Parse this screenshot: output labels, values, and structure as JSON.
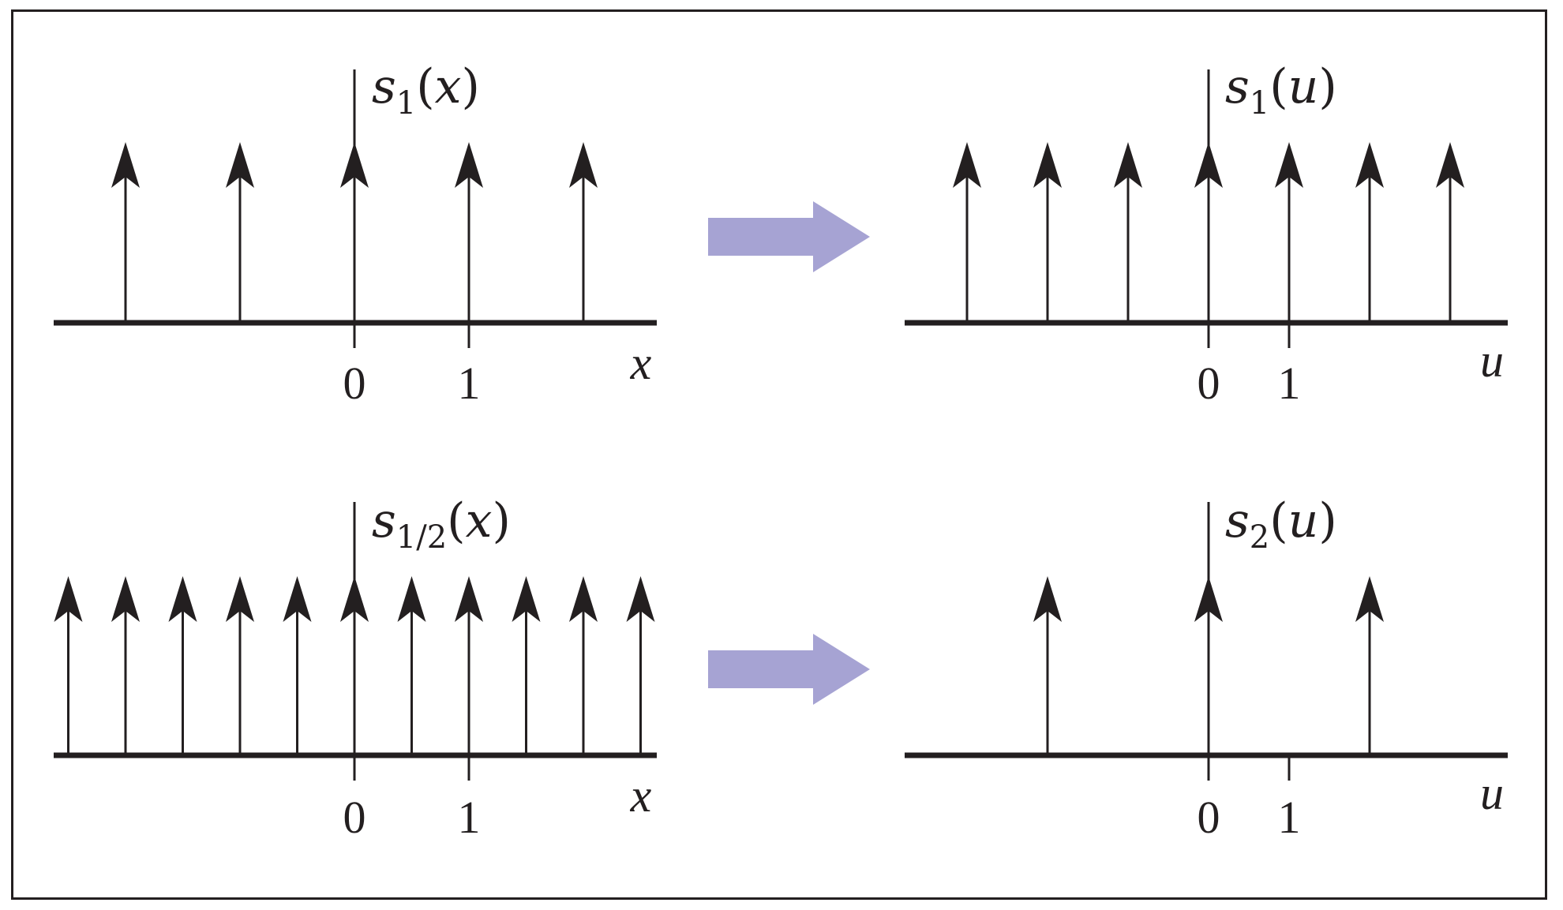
{
  "colors": {
    "ink": "#231f20",
    "arrow": "#a6a3d3"
  },
  "panels": [
    {
      "id": "top-left",
      "function": {
        "letter": "s",
        "subscript": "1",
        "argument": "x"
      },
      "axis_variable": "x",
      "tick_labels": [
        "0",
        "1"
      ],
      "spike_positions": [
        -2,
        -1,
        0,
        1,
        2
      ],
      "tick_positions": [
        0,
        1
      ]
    },
    {
      "id": "top-right",
      "function": {
        "letter": "s",
        "subscript": "1",
        "argument": "u"
      },
      "axis_variable": "u",
      "tick_labels": [
        "0",
        "1"
      ],
      "spike_positions": [
        -3,
        -2,
        -1,
        0,
        1,
        2,
        3
      ],
      "tick_positions": [
        0,
        1
      ]
    },
    {
      "id": "bottom-left",
      "function": {
        "letter": "s",
        "subscript": "1/2",
        "argument": "x"
      },
      "axis_variable": "x",
      "tick_labels": [
        "0",
        "1"
      ],
      "spike_positions": [
        -2.5,
        -2,
        -1.5,
        -1,
        -0.5,
        0,
        0.5,
        1,
        1.5,
        2,
        2.5
      ],
      "tick_positions": [
        0,
        1
      ]
    },
    {
      "id": "bottom-right",
      "function": {
        "letter": "s",
        "subscript": "2",
        "argument": "u"
      },
      "axis_variable": "u",
      "tick_labels": [
        "0",
        "1"
      ],
      "spike_positions": [
        -2,
        0,
        2
      ],
      "tick_positions": [
        0,
        1
      ]
    }
  ]
}
